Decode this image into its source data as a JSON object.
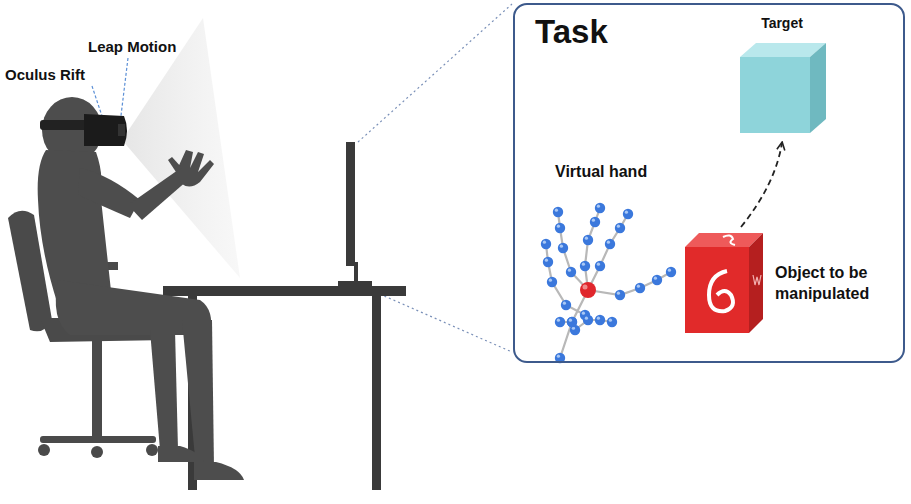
{
  "diagram": {
    "nodes": [
      {
        "text": [
          "Task"
        ]
      },
      {
        "text": [
          "Target"
        ],
        "in": 0
      },
      {
        "text": [
          "Object to be manipulated"
        ],
        "in": 0
      }
    ],
    "edges": [
      {
        "from": 2,
        "to": 1,
        "arrow": "to"
      }
    ],
    "labels": [
      "Leap Motion",
      "Oculus Rift",
      "Virtual hand"
    ]
  }
}
